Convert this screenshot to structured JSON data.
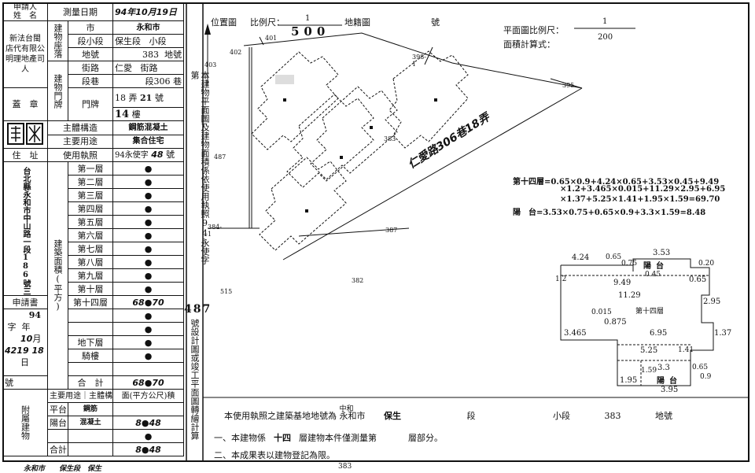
{
  "owner": {
    "label_top": "申請人",
    "label_bottom": "姓　名",
    "names": "新法台閩\n店代有限公\n明理地產司\n人"
  },
  "survey_date": {
    "label": "測量日期",
    "value": "94年10月19日"
  },
  "address": {
    "group_label": "建物座落",
    "rows": [
      {
        "label": "市",
        "value": "永和市"
      },
      {
        "label": "段小段",
        "value": "保生段",
        "suffix": "小段"
      },
      {
        "label": "地號",
        "value": "383",
        "suffix": "地號"
      }
    ]
  },
  "door": {
    "group_label": "建物門牌",
    "rows": [
      {
        "label": "街路",
        "value": "仁愛",
        "suffix": "街路"
      },
      {
        "label": "段巷",
        "value": "段306",
        "suffix": "巷"
      },
      {
        "label": "門牌",
        "value": "18",
        "suffix_a": "弄",
        "value2": "21",
        "suffix_b": "號"
      },
      {
        "label": "",
        "value": "14",
        "suffix": "樓"
      }
    ]
  },
  "stamp_label": "蓋　章",
  "structure": {
    "label": "主體構造",
    "value": "鋼筋混凝土"
  },
  "usage": {
    "label": "主要用途",
    "value": "集合住宅"
  },
  "permit": {
    "label": "使用執照",
    "value": "94永使字",
    "num": "48",
    "suffix": "號"
  },
  "address_label": "住　址",
  "owner_address": "台北縣永和市中山路一段186號三樓",
  "floor_area_label": "建築面積(平方)",
  "floors": [
    {
      "name": "第一層",
      "value": "●"
    },
    {
      "name": "第二層",
      "value": "●"
    },
    {
      "name": "第三層",
      "value": "●"
    },
    {
      "name": "第四層",
      "value": "●"
    },
    {
      "name": "第五層",
      "value": "●"
    },
    {
      "name": "第六層",
      "value": "●"
    },
    {
      "name": "第七層",
      "value": "●"
    },
    {
      "name": "第八層",
      "value": "●"
    },
    {
      "name": "第九層",
      "value": "●"
    },
    {
      "name": "第十層",
      "value": "●"
    },
    {
      "name": "第十四層",
      "value": "68●70"
    },
    {
      "name": "",
      "value": "●"
    },
    {
      "name": "",
      "value": "●"
    },
    {
      "name": "地下層",
      "value": "●"
    },
    {
      "name": "騎樓",
      "value": "●"
    }
  ],
  "total": {
    "label": "合　計",
    "value": "68●70"
  },
  "application": {
    "label": "申請書",
    "year": "94",
    "char": "字",
    "yr": "年",
    "month": "10",
    "mo": "月",
    "day": "18",
    "dy": "日",
    "num_prefix": "4219",
    "num_label": "號"
  },
  "attached": {
    "group_label": "附屬建物",
    "headers": [
      "主要用途",
      "主體構造",
      "面(平方公尺)積"
    ],
    "rows": [
      {
        "use": "平台",
        "struct": "鋼筋",
        "value": ""
      },
      {
        "use": "陽台",
        "struct": "混凝土",
        "value": "8●48"
      },
      {
        "use": "",
        "struct": "",
        "value": "●"
      },
      {
        "use": "合計",
        "struct": "",
        "value": "8●48"
      }
    ]
  },
  "middle_vertical": "本建物平面圖及建物面積係依使用執照94永使字第",
  "middle_number": "487",
  "middle_vertical2": "號設計圖或竣工平面圖轉繪計算",
  "site_plan": {
    "title": "位置圖",
    "scale_label": "比例尺：",
    "scale_num": "1",
    "scale_den": "500",
    "map_label": "地籍圖",
    "map_no": "號",
    "lots": [
      "401",
      "402",
      "403",
      "398-1",
      "395",
      "487",
      "383",
      "384-1",
      "387",
      "382",
      "515"
    ],
    "road": "仁愛路306巷18弄"
  },
  "floor_plan": {
    "scale_label": "平面圖比例尺：",
    "scale_num": "1",
    "scale_den": "200",
    "calc_label": "面積計算式：",
    "calc_lines": [
      "第十四層=0.65×0.9+4.24×0.65+3.53×0.45+9.49",
      "×1.2+3.465×0.015+11.29×2.95+6.95",
      "×1.37+5.25×1.41+1.95×1.59=69.70"
    ],
    "balcony_line": "陽　台=3.53×0.75+0.65×0.9+3.3×1.59=8.48",
    "dims": [
      "4.24",
      "0.65",
      "3.53",
      "0.20",
      "0.75",
      "1.2",
      "9.49",
      "0.45",
      "0.65",
      "11.29",
      "2.95",
      "0.015",
      "0.875",
      "3.465",
      "6.95",
      "1.37",
      "5.25",
      "1.41",
      "3.3",
      "0.65",
      "0.9",
      "1.95",
      "1.59",
      "3.95"
    ],
    "floor_name": "第十四層",
    "balcony": "陽台"
  },
  "notes": {
    "line1_prefix": "本使用執照之建築基地地號為",
    "line1_district": "永和市",
    "line1_district_top": "中和",
    "line1_section": "保生",
    "line1_seg": "段",
    "line1_subseg": "小段",
    "line1_lot": "383",
    "line1_lot_suffix": "地號",
    "line2": "一、本建物係",
    "line2_b": "十四",
    "line2_c": "層建物本件僅測量第",
    "line2_d": "層部分。",
    "line3": "二、本成果表以建物登記為限。"
  },
  "footer": {
    "left": "永和市　　保生段　保生",
    "right": "383"
  }
}
